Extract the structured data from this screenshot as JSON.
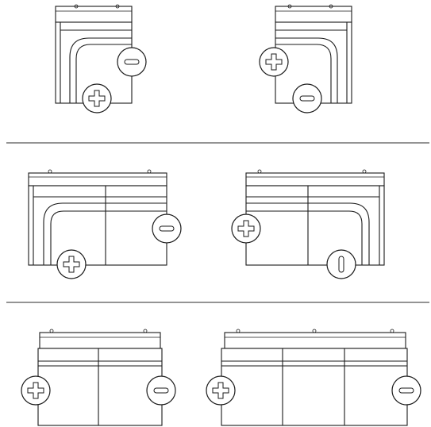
{
  "colors": {
    "stroke": "#1a1a1a",
    "separator": "#555555",
    "background": "#ffffff"
  },
  "diagrams": [
    {
      "id": "top-left",
      "positive_terminal": "bottom-left",
      "negative_terminal": "right"
    },
    {
      "id": "top-right",
      "positive_terminal": "left",
      "negative_terminal": "bottom-right"
    },
    {
      "id": "middle-left",
      "positive_terminal": "bottom-left",
      "negative_terminal": "right"
    },
    {
      "id": "middle-right",
      "positive_terminal": "left",
      "negative_terminal": "bottom-right"
    },
    {
      "id": "bottom-left",
      "positive_terminal": "left",
      "negative_terminal": "right"
    },
    {
      "id": "bottom-right",
      "positive_terminal": "left",
      "negative_terminal": "right"
    }
  ]
}
